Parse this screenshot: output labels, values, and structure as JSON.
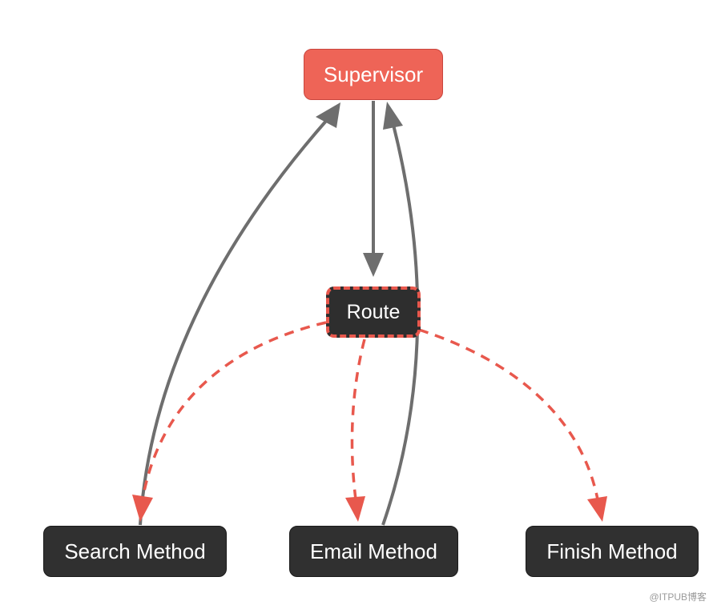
{
  "nodes": {
    "supervisor": "Supervisor",
    "route": "Route",
    "search_method": "Search Method",
    "email_method": "Email Method",
    "finish_method": "Finish Method"
  },
  "colors": {
    "supervisor_fill": "#ee6457",
    "method_fill": "#303030",
    "route_fill": "#2e2e2e",
    "route_border": "#e8584d",
    "solid_edge": "#6e6e6e",
    "dashed_edge": "#e8584d",
    "label_text": "#ffffff"
  },
  "edges": [
    {
      "from": "supervisor",
      "to": "route",
      "style": "solid"
    },
    {
      "from": "route",
      "to": "search_method",
      "style": "dashed"
    },
    {
      "from": "route",
      "to": "email_method",
      "style": "dashed"
    },
    {
      "from": "route",
      "to": "finish_method",
      "style": "dashed"
    },
    {
      "from": "search_method",
      "to": "supervisor",
      "style": "solid"
    },
    {
      "from": "email_method",
      "to": "supervisor",
      "style": "solid"
    }
  ],
  "watermark": "@ITPUB博客"
}
